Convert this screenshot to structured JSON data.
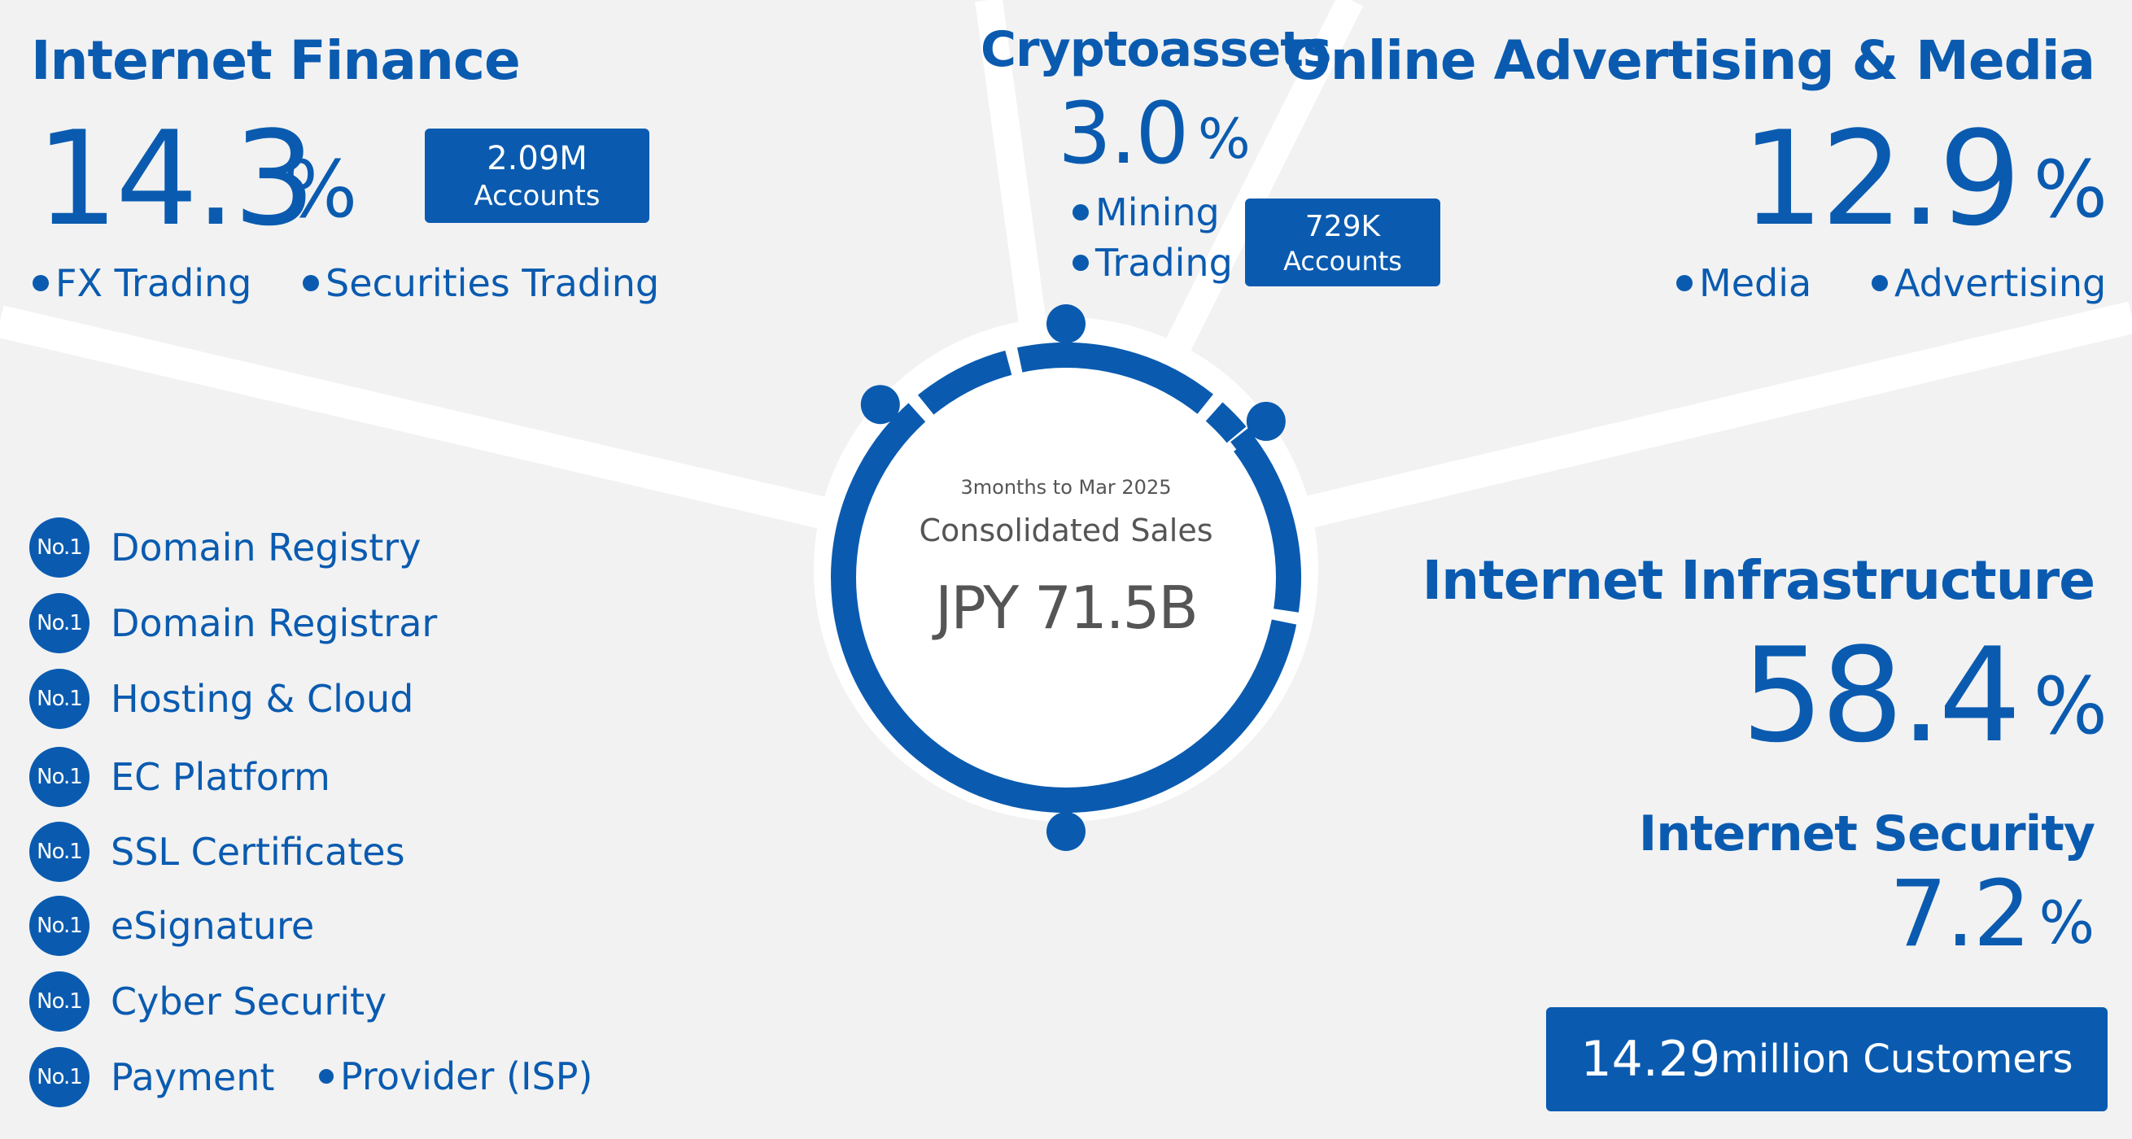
{
  "colors": {
    "accent": "#0a5bb0",
    "background": "#f2f2f2",
    "divider": "#ffffff",
    "center_text": "#555555"
  },
  "chart_data": {
    "type": "pie",
    "center_caption": "3months to Mar 2025",
    "center_label": "Consolidated Sales",
    "center_value": "JPY 71.5B",
    "slices": [
      {
        "name": "Internet Infrastructure",
        "value": 58.4
      },
      {
        "name": "Internet Security",
        "value": 7.2
      },
      {
        "name": "Internet Finance",
        "value": 14.3
      },
      {
        "name": "Cryptoassets",
        "value": 3.0
      },
      {
        "name": "Online Advertising & Media",
        "value": 12.9
      }
    ]
  },
  "finance": {
    "title": "Internet Finance",
    "value": "14.3",
    "unit": "%",
    "badge_line1": "2.09M",
    "badge_line2": "Accounts",
    "bullets": [
      "FX Trading",
      "Securities Trading"
    ]
  },
  "crypto": {
    "title": "Cryptoassets",
    "value": "3.0",
    "unit": "%",
    "bullets": [
      "Mining",
      "Trading"
    ],
    "badge_line1": "729K",
    "badge_line2": "Accounts"
  },
  "advertising": {
    "title": "Online Advertising & Media",
    "value": "12.9",
    "unit": "%",
    "bullets": [
      "Media",
      "Advertising"
    ]
  },
  "infrastructure": {
    "title": "Internet Infrastructure",
    "value": "58.4",
    "unit": "%"
  },
  "security": {
    "title": "Internet Security",
    "value": "7.2",
    "unit": "%"
  },
  "customers": {
    "number": "14.29",
    "suffix": "million Customers"
  },
  "rankings": {
    "badge": "No.1",
    "items": [
      "Domain Registry",
      "Domain Registrar",
      "Hosting & Cloud",
      "EC Platform",
      "SSL Certificates",
      "eSignature",
      "Cyber Security",
      "Payment"
    ],
    "extra": "Provider (ISP)"
  }
}
